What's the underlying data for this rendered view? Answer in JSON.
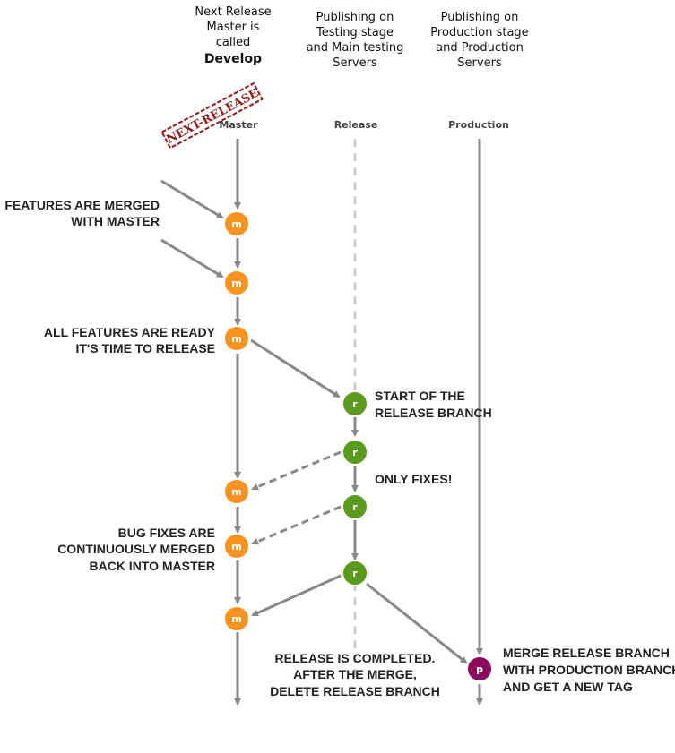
{
  "headers": {
    "master": [
      "Next Release",
      "Master is",
      "called"
    ],
    "master_bold": "Develop",
    "release": [
      "Publishing on",
      "Testing stage",
      "and Main testing",
      "Servers"
    ],
    "production": [
      "Publishing on",
      "Production stage",
      "and Production",
      "Servers"
    ]
  },
  "stamp": "NEXT-RELEASE",
  "lanes": {
    "master": "Master",
    "release": "Release",
    "production": "Production"
  },
  "notes": {
    "features_merged": [
      "FEATURES ARE MERGED",
      "WITH MASTER"
    ],
    "features_ready": [
      "ALL FEATURES ARE READY",
      "IT'S TIME TO RELEASE"
    ],
    "start_release": [
      "START OF THE",
      "RELEASE BRANCH"
    ],
    "only_fixes": "ONLY FIXES!",
    "bug_fixes": [
      "BUG FIXES ARE",
      "CONTINUOUSLY MERGED",
      "BACK INTO MASTER"
    ],
    "release_completed": [
      "RELEASE IS COMPLETED.",
      "AFTER THE MERGE,",
      "DELETE RELEASE BRANCH"
    ],
    "merge_release": [
      "MERGE RELEASE BRANCH",
      "WITH PRODUCTION BRANCH",
      "AND GET A NEW TAG"
    ]
  },
  "node_letters": {
    "master": "m",
    "release": "r",
    "production": "p"
  },
  "colors": {
    "master": "#f7931e",
    "release": "#5a9a1e",
    "production": "#8b0a5a",
    "line": "#888888",
    "dashed": "#cccccc"
  }
}
